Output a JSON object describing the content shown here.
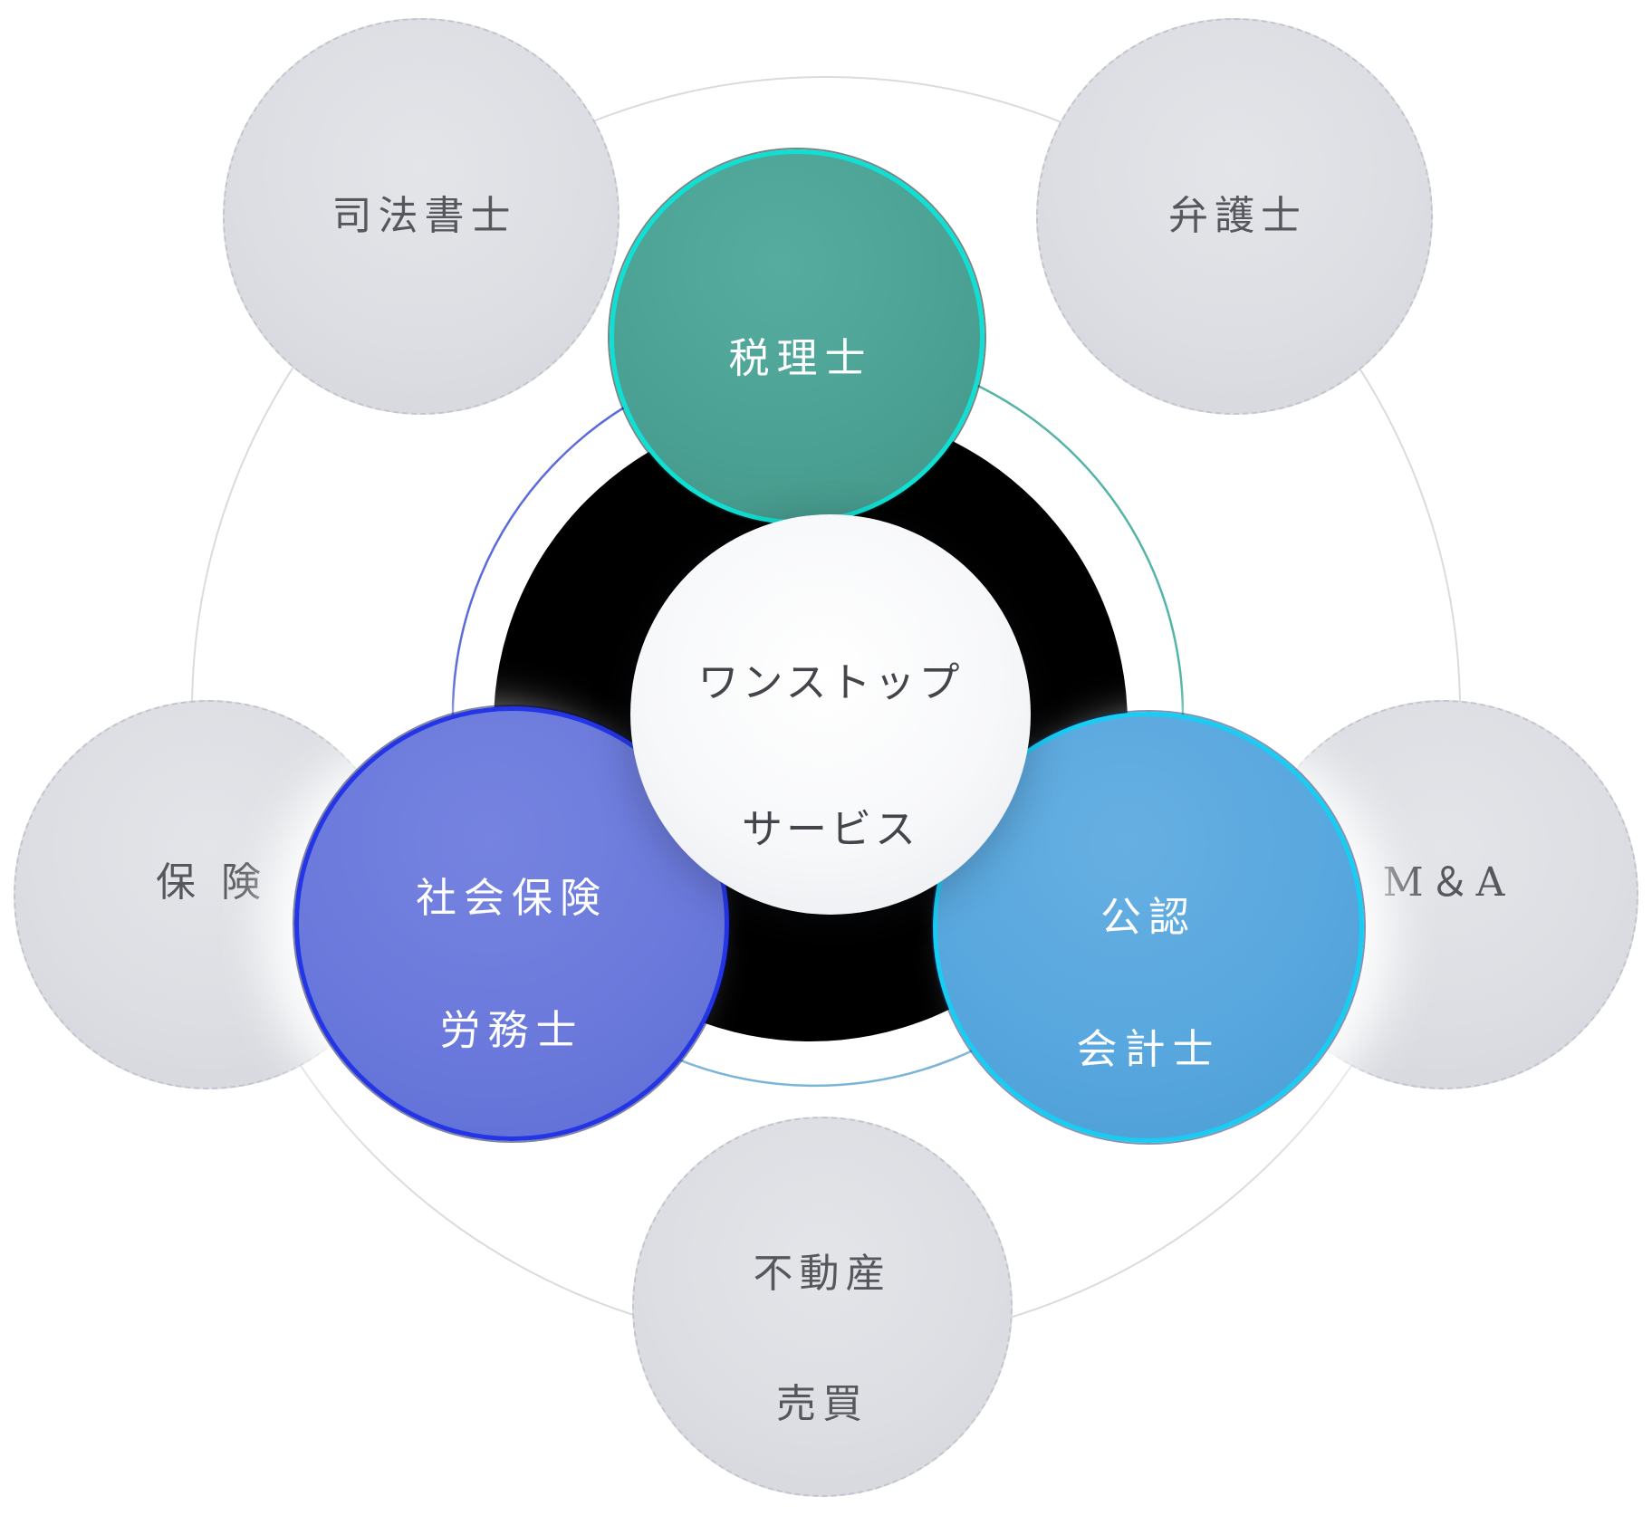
{
  "diagram": {
    "title_semantic": "one-stop-service-diagram",
    "center": {
      "line1": "ワンストップ",
      "line2": "サービス"
    },
    "primary_services": {
      "zeirishi": {
        "label": "税理士"
      },
      "sharoushi": {
        "line1": "社会保険",
        "line2": "労務士"
      },
      "kaikeishi": {
        "line1": "公認",
        "line2": "会計士"
      }
    },
    "partner_services": {
      "shihoshoshi": {
        "label": "司法書士"
      },
      "bengoshi": {
        "label": "弁護士"
      },
      "hoken": {
        "label": "保 険"
      },
      "ma": {
        "label": "M＆A"
      },
      "fudosan": {
        "line1": "不動産",
        "line2": "売買"
      }
    },
    "colors": {
      "teal_fill": "#4ba294",
      "teal_ring": "#10dfd3",
      "blue_fill": "#6a79db",
      "blue_ring": "#2335e5",
      "light_blue_fill": "#58a7de",
      "light_blue_ring": "#18cdf2",
      "gray_fill": "#dcdee3",
      "black_fill": "#000000",
      "outer_ring_stroke": "#d9dbe0",
      "gray_text": "#55575c",
      "center_text": "#43454b",
      "white_text": "#ffffff"
    }
  }
}
